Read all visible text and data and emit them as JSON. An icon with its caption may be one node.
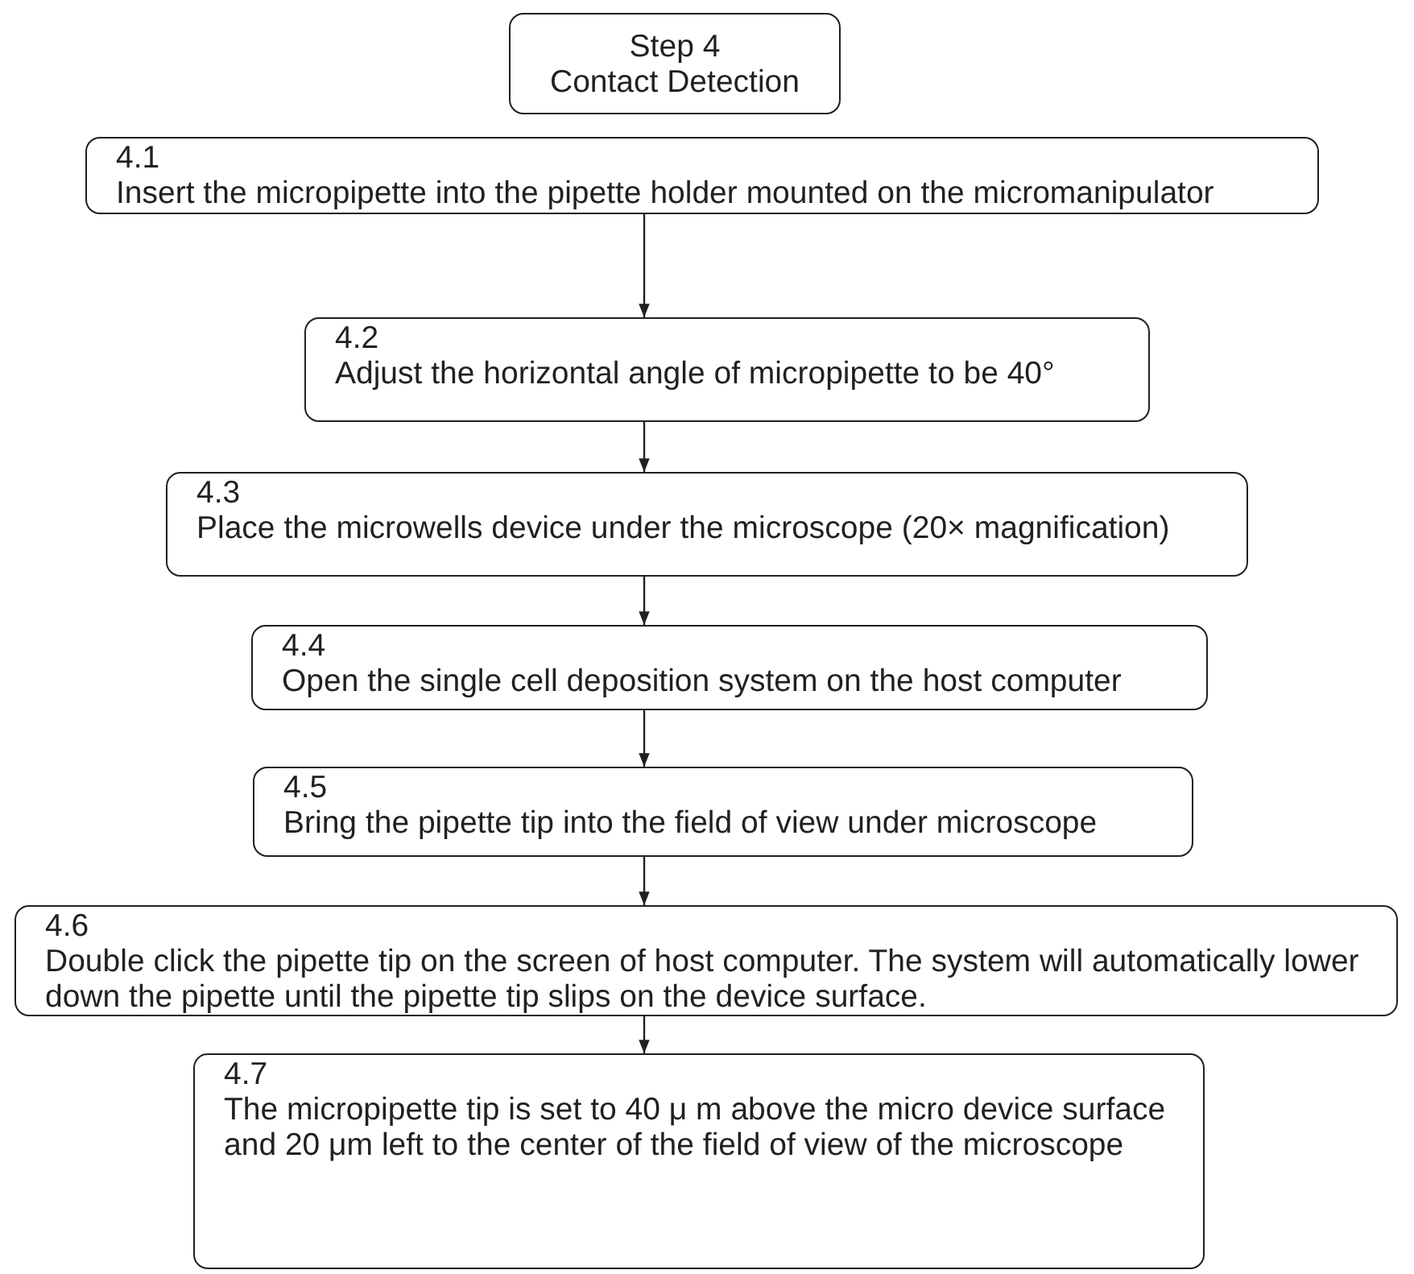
{
  "diagram": {
    "nodes": [
      {
        "text": [
          "Step 4",
          "Contact Detection"
        ]
      },
      {
        "text": [
          "4.1",
          "Insert the micropipette into the pipette holder mounted on the micromanipulator"
        ]
      },
      {
        "text": [
          "4.2",
          "Adjust the horizontal angle of micropipette to be 40°"
        ]
      },
      {
        "text": [
          "4.3",
          "Place the microwells device under the microscope (20× magnification)"
        ]
      },
      {
        "text": [
          "4.4",
          "Open the single cell deposition system on the host computer"
        ]
      },
      {
        "text": [
          "4.5",
          "Bring the pipette tip into the field of view under microscope"
        ]
      },
      {
        "text": [
          "4.6",
          "Double click the pipette tip on the screen of host computer. The system will automatically lower down the pipette until the pipette tip slips on the device surface."
        ]
      },
      {
        "text": [
          "4.7",
          "The micropipette tip is set to 40 μ m above the micro device surface and 20 μm left to the center of the field of view of the microscope"
        ]
      }
    ],
    "edges": [
      {
        "from": 1,
        "to": 2,
        "arrow": "to"
      },
      {
        "from": 2,
        "to": 3,
        "arrow": "to"
      },
      {
        "from": 3,
        "to": 4,
        "arrow": "to"
      },
      {
        "from": 4,
        "to": 5,
        "arrow": "to"
      },
      {
        "from": 5,
        "to": 6,
        "arrow": "to"
      },
      {
        "from": 6,
        "to": 7,
        "arrow": "to"
      }
    ]
  }
}
